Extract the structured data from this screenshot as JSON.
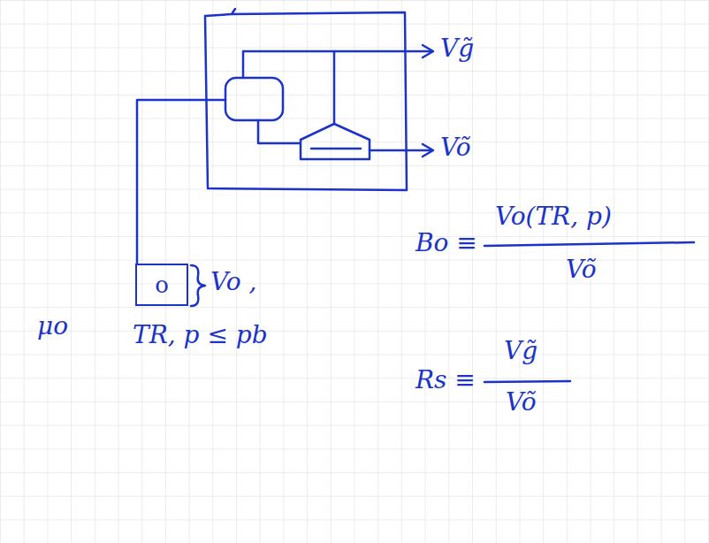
{
  "diagram": {
    "nodes": [
      {
        "text": [
          "o"
        ]
      }
    ],
    "labels": [
      "Vg̃",
      "Võ",
      "μo",
      "Vo ,",
      "TR, p ≤ pb",
      "Bo ≡",
      "Vo(TR, p)",
      "Võ",
      "Rs ≡",
      "Vg̃",
      "Võ"
    ]
  }
}
